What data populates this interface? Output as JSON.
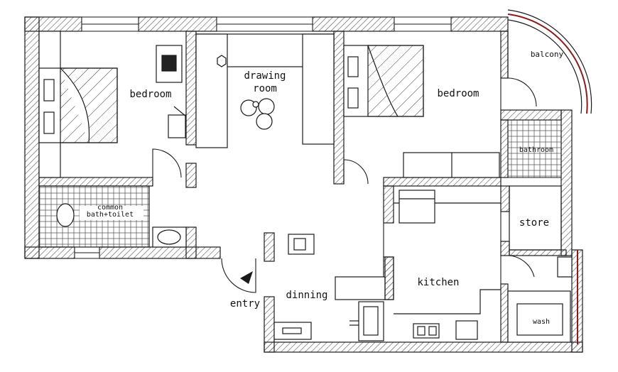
{
  "rooms": {
    "bedroom_left": "bedroom",
    "drawing_line1": "drawing",
    "drawing_line2": "room",
    "bedroom_right": "bedroom",
    "balcony": "balcony",
    "bathroom": "bathroom",
    "common_line1": "common",
    "common_line2": "bath+toilet",
    "store": "store",
    "kitchen": "kitchen",
    "dinning": "dinning",
    "entry": "entry",
    "wash": "wash"
  },
  "colors": {
    "line": "#1a1a1a",
    "wall_hatch": "#555555",
    "balcony_rail": "#8b1a1a",
    "background": "#ffffff"
  }
}
